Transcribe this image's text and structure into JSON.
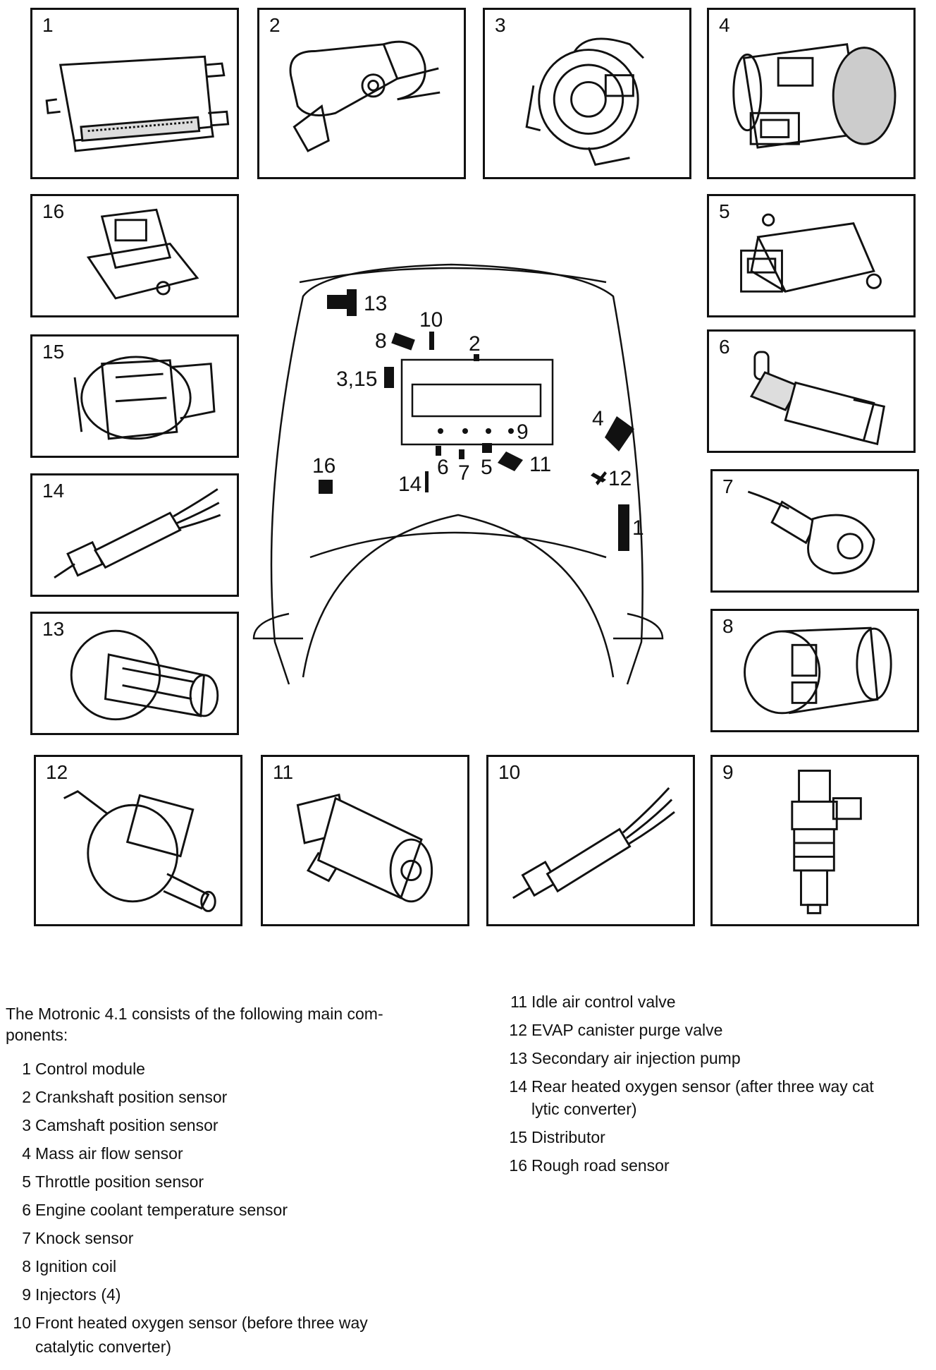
{
  "components": [
    {
      "id": "1",
      "name": "Control module"
    },
    {
      "id": "2",
      "name": "Crankshaft position sensor"
    },
    {
      "id": "3",
      "name": "Camshaft position sensor"
    },
    {
      "id": "4",
      "name": "Mass air flow sensor"
    },
    {
      "id": "5",
      "name": "Throttle position sensor"
    },
    {
      "id": "6",
      "name": "Engine coolant temperature sensor"
    },
    {
      "id": "7",
      "name": "Knock sensor"
    },
    {
      "id": "8",
      "name": "Ignition coil"
    },
    {
      "id": "9",
      "name": "Injectors (4)"
    },
    {
      "id": "10",
      "name": "Front heated oxygen sensor (before three way",
      "name2": "catalytic converter)"
    },
    {
      "id": "11",
      "name": "Idle air control valve"
    },
    {
      "id": "12",
      "name": "EVAP canister purge valve"
    },
    {
      "id": "13",
      "name": "Secondary air injection pump"
    },
    {
      "id": "14",
      "name": "Rear heated oxygen sensor (after three way cat",
      "name2": "lytic converter)"
    },
    {
      "id": "15",
      "name": "Distributor"
    },
    {
      "id": "16",
      "name": "Rough road sensor"
    }
  ],
  "intro": {
    "line1": "The Motronic 4.1 consists of the following main com-",
    "line2": "ponents:"
  },
  "diagram_callouts": {
    "c1": "1",
    "c2": "2",
    "c3_15": "3,15",
    "c4": "4",
    "c5": "5",
    "c6": "6",
    "c7": "7",
    "c8": "8",
    "c9": "9",
    "c10": "10",
    "c11": "11",
    "c12": "12",
    "c13": "13",
    "c14": "14",
    "c16": "16"
  }
}
